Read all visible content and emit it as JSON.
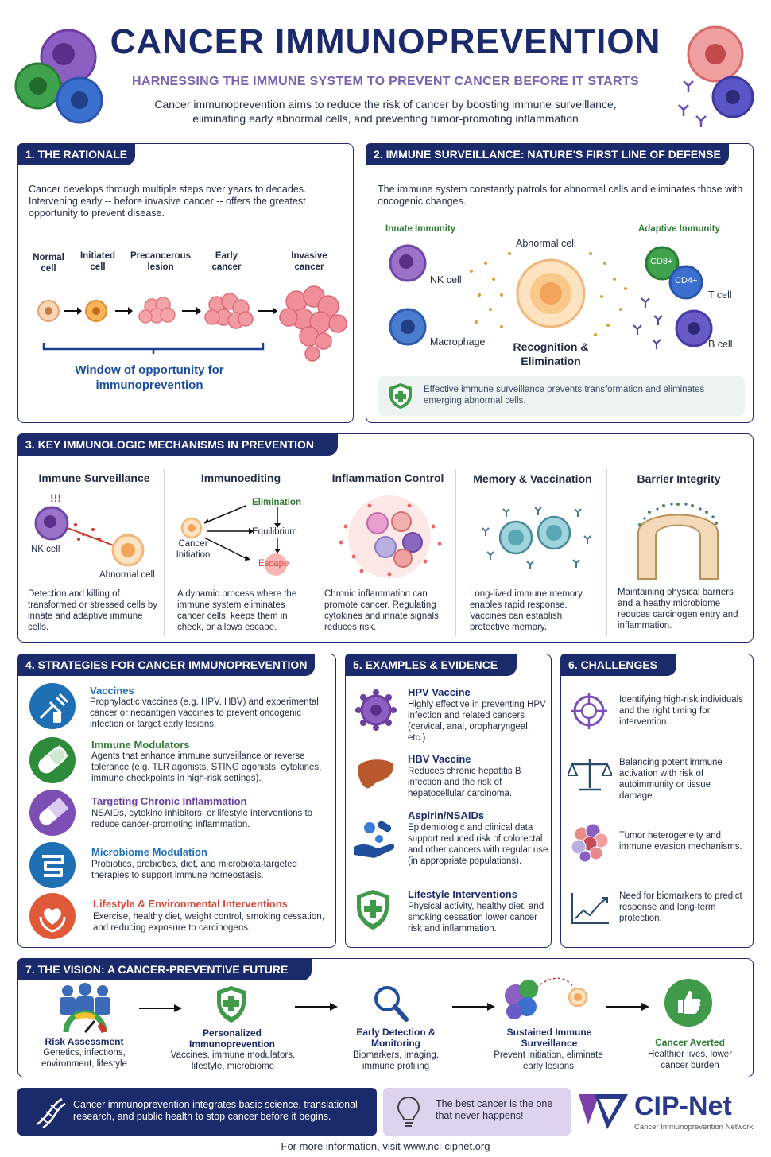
{
  "header": {
    "title": "CANCER IMMUNOPREVENTION",
    "subtitle": "HARNESSING THE IMMUNE SYSTEM TO PREVENT CANCER BEFORE IT STARTS",
    "intro": "Cancer immunoprevention aims to reduce the risk of cancer by boosting immune surveillance, eliminating early abnormal cells, and preventing tumor-promoting inflammation"
  },
  "rationale": {
    "title": "1. THE RATIONALE",
    "text": "Cancer develops through multiple steps over years to decades. Intervening early -- before invasive cancer -- offers the greatest opportunity to prevent disease.",
    "stages": [
      "Normal cell",
      "Initiated cell",
      "Precancerous lesion",
      "Early cancer",
      "Invasive cancer"
    ],
    "window": "Window of opportunity for immunoprevention"
  },
  "surveillance": {
    "title": "2. IMMUNE SURVEILLANCE: NATURE'S FIRST LINE OF DEFENSE",
    "text": "The immune system constantly patrols for abnormal cells and eliminates those with oncogenic changes.",
    "innate": "Innate Immunity",
    "adaptive": "Adaptive Immunity",
    "nk": "NK cell",
    "macrophage": "Macrophage",
    "abnormal": "Abnormal cell",
    "recognition": "Recognition & Elimination",
    "cd8": "CD8+",
    "cd4": "CD4+",
    "tcell": "T cell",
    "bcell": "B cell",
    "note": "Effective immune surveillance prevents transformation and eliminates emerging abnormal cells."
  },
  "mechanisms": {
    "title": "3. KEY IMMUNOLOGIC MECHANISMS IN PREVENTION",
    "cols": [
      {
        "name": "Immune Surveillance",
        "desc": "Detection and killing of transformed or stressed cells by innate and adaptive immune cells."
      },
      {
        "name": "Immunoediting",
        "desc": "A dynamic process where the immune system eliminates cancer cells, keeps them in check, or allows escape."
      },
      {
        "name": "Inflammation Control",
        "desc": "Chronic inflammation can promote cancer. Regulating cytokines and innate signals reduces risk."
      },
      {
        "name": "Memory & Vaccination",
        "desc": "Long-lived immune memory enables rapid response. Vaccines can establish protective memory."
      },
      {
        "name": "Barrier Integrity",
        "desc": "Maintaining physical barriers and a heathy microbiome reduces carcinogen entry and inflammation."
      }
    ],
    "alert": "!!!",
    "nk": "NK cell",
    "abnormal": "Abnormal cell",
    "elimination": "Elimination",
    "equilibrium": "Equilibrium",
    "escape": "Escape",
    "initiation": "Cancer Initiation"
  },
  "strategies": {
    "title": "4. STRATEGIES FOR CANCER IMMUNOPREVENTION",
    "items": [
      {
        "name": "Vaccines",
        "desc": "Prophylactic vaccines (e.g. HPV, HBV) and experimental cancer or neoantigen vaccines to prevent oncogenic infection or target early lesions."
      },
      {
        "name": "Immune Modulators",
        "desc": "Agents that enhance immune surveillance or reverse tolerance (e.g. TLR agonists, STING agonists, cytokines, immune checkpoints in high-risk settings)."
      },
      {
        "name": "Targeting Chronic Inflammation",
        "desc": "NSAIDs, cytokine inhibitors, or lifestyle interventions to reduce cancer-promoting inflammation."
      },
      {
        "name": "Microbiome Modulation",
        "desc": "Probiotics, prebiotics, diet, and microbiota-targeted therapies to support immune homeostasis."
      },
      {
        "name": "Lifestyle & Environmental Interventions",
        "desc": "Exercise, healthy diet, weight control, smoking cessation, and reducing exposure to carcinogens."
      }
    ],
    "colors": [
      "#1f6fb5",
      "#2e8b3c",
      "#7b4fb3",
      "#1f6fb5",
      "#e05a3a"
    ]
  },
  "examples": {
    "title": "5. EXAMPLES & EVIDENCE",
    "items": [
      {
        "name": "HPV Vaccine",
        "desc": "Highly effective in preventing HPV infection and related cancers (cervical, anal, oropharyngeal, etc.)."
      },
      {
        "name": "HBV Vaccine",
        "desc": "Reduces chronic hepatitis B infection and the risk of hepatocellular carcinoma."
      },
      {
        "name": "Aspirin/NSAIDs",
        "desc": "Epidemiologic and clinical data support reduced risk of colorectal and other cancers with regular use (in appropriate populations)."
      },
      {
        "name": "Lifestyle Interventions",
        "desc": "Physical activity, healthy diet, and smoking cessation lower cancer risk and inflammation."
      }
    ]
  },
  "challenges": {
    "title": "6. CHALLENGES",
    "items": [
      "Identifying high-risk individuals and the right timing for intervention.",
      "Balancing potent immune activation with risk of autoimmunity or tissue damage.",
      "Tumor heterogeneity and immune evasion mechanisms.",
      "Need for biomarkers to predict response and long-term protection."
    ]
  },
  "vision": {
    "title": "7. THE VISION: A CANCER-PREVENTIVE FUTURE",
    "steps": [
      {
        "name": "Risk Assessment",
        "desc": "Genetics, infections, environment, lifestyle"
      },
      {
        "name": "Personalized Immunoprevention",
        "desc": "Vaccines, immune modulators, lifestyle, microbiome"
      },
      {
        "name": "Early Detection & Monitoring",
        "desc": "Biomarkers, imaging, immune profiling"
      },
      {
        "name": "Sustained Immune Surveillance",
        "desc": "Prevent initiation, eliminate early lesions"
      },
      {
        "name": "Cancer Averted",
        "desc": "Healthier lives, lower cancer burden"
      }
    ]
  },
  "footer": {
    "integrates": "Cancer immunoprevention integrates basic science, translational research, and public health to stop cancer before it begins.",
    "quote": "The best cancer is the one that never happens!",
    "logo": "CIP-Net",
    "logo_sub": "Cancer Immunoprevention Network",
    "more": "For more information, visit www.nci-cipnet.org"
  }
}
